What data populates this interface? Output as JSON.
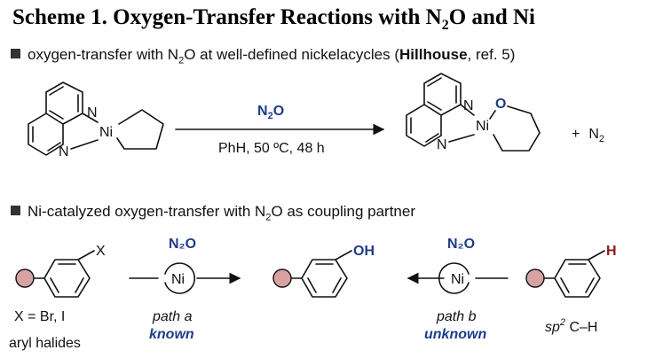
{
  "scheme": {
    "title": "Scheme 1. Oxygen-Transfer Reactions with N",
    "title_sub": "2",
    "title_tail": "O and Ni"
  },
  "section1": {
    "prefix": "oxygen-transfer with N",
    "sub": "2",
    "mid": "O at well-defined nickelacycles (",
    "author": "Hillhouse",
    "suffix": ", ref. 5)"
  },
  "section2": {
    "prefix": "Ni-catalyzed oxygen-transfer with N",
    "sub": "2",
    "suffix": "O as coupling partner"
  },
  "reaction1": {
    "reagent_main": "N",
    "reagent_sub": "2",
    "reagent_tail": "O",
    "conditions": "PhH, 50 ºC, 48 h",
    "byproduct_plus": "+",
    "byproduct_main": "N",
    "byproduct_sub": "2",
    "atom_n": "N",
    "atom_ni": "Ni",
    "atom_o": "O"
  },
  "reaction2": {
    "halide_x": "X",
    "halide_def": "X = Br, I",
    "halide_name": "aryl halides",
    "reagent_left": "N₂O",
    "reagent_right": "N₂O",
    "catalyst_left": "Ni",
    "catalyst_right": "Ni",
    "path_a": "path a",
    "path_a_status": "known",
    "path_b": "path b",
    "path_b_status": "unknown",
    "product_oh": "OH",
    "ch_h": "H",
    "sp2_label": "sp",
    "sp2_sup": "2",
    "sp2_tail": " C–H"
  },
  "colors": {
    "accent_blue": "#1f3c88",
    "highlight_red": "#8b1a1a",
    "substituent_fill": "#d9a2a2"
  }
}
